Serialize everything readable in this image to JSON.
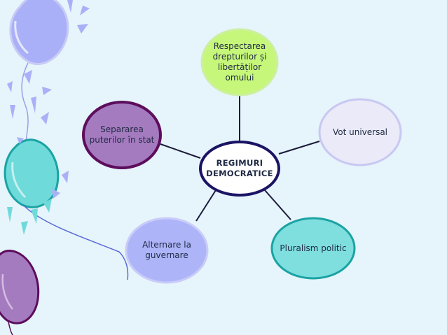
{
  "diagram": {
    "center": {
      "label": "REGIMURI\nDEMOCRATICE",
      "fill": "#ffffff",
      "stroke": "#1b1464"
    },
    "nodes": [
      {
        "key": "rights",
        "label": "Respectarea\ndrepturilor și\nlibertăților\nomului",
        "fill": "#c7f77a",
        "stroke": "#ccf0a0"
      },
      {
        "key": "vote",
        "label": "Vot universal",
        "fill": "#eaeaf8",
        "stroke": "#c8c8f2"
      },
      {
        "key": "pluralism",
        "label": "Pluralism politic",
        "fill": "#7fdede",
        "stroke": "#1aa3a3"
      },
      {
        "key": "alternance",
        "label": "Alternare la\nguvernare",
        "fill": "#aeb4f8",
        "stroke": "#c9ccf8"
      },
      {
        "key": "separation",
        "label": "Separarea\nputerilor în stat",
        "fill": "#a57bbf",
        "stroke": "#5c0d5c"
      }
    ],
    "connector_color": "#1b1b3a"
  },
  "decor": {
    "balloon_colors": [
      "#aab0f7",
      "#6fdada",
      "#a57bbf"
    ],
    "confetti_colors": [
      "#aab0f7",
      "#6fdada",
      "#a57bbf"
    ]
  }
}
